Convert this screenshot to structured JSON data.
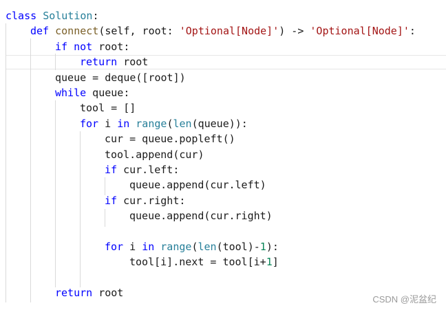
{
  "code": [
    [
      {
        "t": "class",
        "c": "kw"
      },
      {
        "t": " "
      },
      {
        "t": "Solution",
        "c": "cls"
      },
      {
        "t": ":"
      }
    ],
    [
      {
        "t": "def",
        "c": "kw"
      },
      {
        "t": " "
      },
      {
        "t": "connect",
        "c": "fn"
      },
      {
        "t": "(self, root: "
      },
      {
        "t": "'Optional[Node]'",
        "c": "str"
      },
      {
        "t": ") -> "
      },
      {
        "t": "'Optional[Node]'",
        "c": "str"
      },
      {
        "t": ":"
      }
    ],
    [
      {
        "t": "if",
        "c": "kw"
      },
      {
        "t": " "
      },
      {
        "t": "not",
        "c": "kw"
      },
      {
        "t": " root:"
      }
    ],
    [
      {
        "t": "return",
        "c": "kw"
      },
      {
        "t": " root"
      }
    ],
    [
      {
        "t": "queue = deque([root])"
      }
    ],
    [
      {
        "t": "while",
        "c": "kw"
      },
      {
        "t": " queue:"
      }
    ],
    [
      {
        "t": "tool = []"
      }
    ],
    [
      {
        "t": "for",
        "c": "kw"
      },
      {
        "t": " i "
      },
      {
        "t": "in",
        "c": "kw"
      },
      {
        "t": " "
      },
      {
        "t": "range",
        "c": "bi"
      },
      {
        "t": "("
      },
      {
        "t": "len",
        "c": "bi"
      },
      {
        "t": "(queue)):"
      }
    ],
    [
      {
        "t": "cur = queue.popleft()"
      }
    ],
    [
      {
        "t": "tool.append(cur)"
      }
    ],
    [
      {
        "t": "if",
        "c": "kw"
      },
      {
        "t": " cur.left:"
      }
    ],
    [
      {
        "t": "queue.append(cur.left)"
      }
    ],
    [
      {
        "t": "if",
        "c": "kw"
      },
      {
        "t": " cur.right:"
      }
    ],
    [
      {
        "t": "queue.append(cur.right)"
      }
    ],
    [],
    [
      {
        "t": "for",
        "c": "kw"
      },
      {
        "t": " i "
      },
      {
        "t": "in",
        "c": "kw"
      },
      {
        "t": " "
      },
      {
        "t": "range",
        "c": "bi"
      },
      {
        "t": "("
      },
      {
        "t": "len",
        "c": "bi"
      },
      {
        "t": "(tool)-"
      },
      {
        "t": "1",
        "c": "num"
      },
      {
        "t": "):"
      }
    ],
    [
      {
        "t": "tool[i].next = tool[i+"
      },
      {
        "t": "1",
        "c": "num"
      },
      {
        "t": "]"
      }
    ],
    [],
    [
      {
        "t": "return",
        "c": "kw"
      },
      {
        "t": " root"
      }
    ]
  ],
  "watermark": "CSDN @泥盆纪"
}
